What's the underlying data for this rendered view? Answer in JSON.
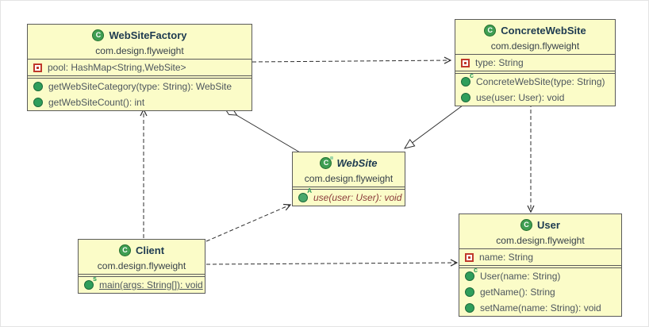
{
  "diagram": {
    "package_shared": "com.design.flyweight",
    "colors": {
      "node_fill": "#fbfcc8",
      "node_border": "#5a5a5a",
      "class_name_text": "#1d3a50",
      "member_text": "#4d565e",
      "abstract_member_text": "#8b3a3a",
      "edge": "#2d2d2d",
      "class_icon_green": "#3f9e52",
      "field_icon_red": "#c0392b"
    },
    "classes": [
      {
        "name": "WebSiteFactory",
        "kind": "class",
        "icon": "class-icon",
        "package": "com.design.flyweight",
        "fields": [
          {
            "icon": "field-icon",
            "text": "pool: HashMap<String,WebSite>"
          }
        ],
        "methods": [
          {
            "icon": "method-icon",
            "text": "getWebSiteCategory(type: String): WebSite"
          },
          {
            "icon": "method-icon",
            "text": "getWebSiteCount(): int"
          }
        ]
      },
      {
        "name": "ConcreteWebSite",
        "kind": "class",
        "icon": "class-icon",
        "package": "com.design.flyweight",
        "fields": [
          {
            "icon": "field-icon",
            "text": "type: String"
          }
        ],
        "methods": [
          {
            "icon": "constructor-method-icon",
            "text": "ConcreteWebSite(type: String)"
          },
          {
            "icon": "method-icon",
            "text": "use(user: User): void"
          }
        ]
      },
      {
        "name": "WebSite",
        "kind": "abstract-class",
        "icon": "abstract-class-icon",
        "package": "com.design.flyweight",
        "fields": [],
        "methods": [
          {
            "icon": "abstract-method-icon",
            "text": "use(user: User): void",
            "style": "abstract"
          }
        ]
      },
      {
        "name": "Client",
        "kind": "class",
        "icon": "class-icon",
        "package": "com.design.flyweight",
        "fields": [],
        "methods": [
          {
            "icon": "static-method-icon",
            "text": "main(args: String[]): void",
            "style": "static"
          }
        ]
      },
      {
        "name": "User",
        "kind": "class",
        "icon": "class-icon",
        "package": "com.design.flyweight",
        "fields": [
          {
            "icon": "field-icon",
            "text": "name: String"
          }
        ],
        "methods": [
          {
            "icon": "constructor-method-icon",
            "text": "User(name: String)"
          },
          {
            "icon": "method-icon",
            "text": "getName(): String"
          },
          {
            "icon": "method-icon",
            "text": "setName(name: String): void"
          }
        ]
      }
    ],
    "relations": [
      {
        "from": "WebSiteFactory",
        "to": "ConcreteWebSite",
        "type": "dependency"
      },
      {
        "from": "WebSiteFactory",
        "to": "WebSite",
        "type": "aggregation"
      },
      {
        "from": "ConcreteWebSite",
        "to": "WebSite",
        "type": "generalization"
      },
      {
        "from": "ConcreteWebSite",
        "to": "User",
        "type": "dependency"
      },
      {
        "from": "Client",
        "to": "WebSiteFactory",
        "type": "dependency"
      },
      {
        "from": "Client",
        "to": "WebSite",
        "type": "dependency"
      },
      {
        "from": "Client",
        "to": "User",
        "type": "dependency"
      }
    ]
  }
}
